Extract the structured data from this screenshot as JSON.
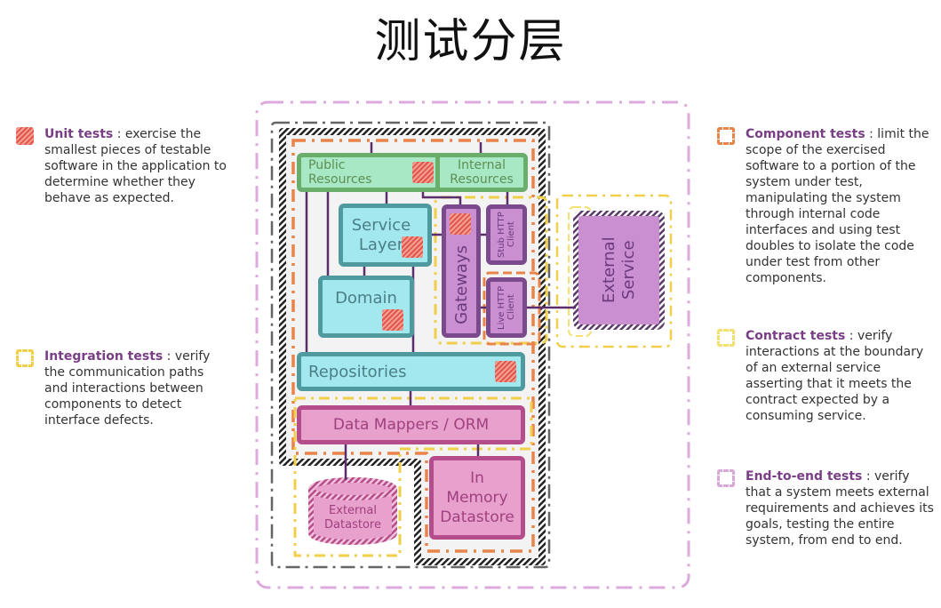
{
  "title": "测试分层",
  "legend_left": [
    {
      "name": "Unit tests",
      "desc": " : exercise the smallest pieces of testable software in the application to determine whether they behave as expected.",
      "icon": "hatched-red-square-icon",
      "color": "#e2554f"
    },
    {
      "name": "Integration tests",
      "desc": " : verify the communication paths and interactions between components to detect interface defects.",
      "icon": "yellow-dashed-square-icon",
      "color": "#f2cf4a"
    }
  ],
  "legend_right": [
    {
      "name": "Component tests",
      "desc": " : limit the scope of the exercised software to a portion of the system under test, manipulating the system through internal code interfaces and using test doubles to isolate the code under test from other components.",
      "icon": "orange-dashed-square-icon",
      "color": "#e8844a"
    },
    {
      "name": "Contract tests",
      "desc": " : verify interactions at the boundary of an external service asserting that it meets the contract expected by a consuming service.",
      "icon": "yellow-dashed-square-icon",
      "color": "#f2e070"
    },
    {
      "name": "End-to-end tests",
      "desc": " : verify that a system meets external requirements and achieves its goals, testing the entire system, from end to end.",
      "icon": "pink-dashed-square-icon",
      "color": "#d8a8d8"
    }
  ],
  "diagram": {
    "public_resources": "Public Resources",
    "internal_resources": "Internal Resources",
    "service_layer": "Service Layer",
    "domain": "Domain",
    "gateways": "Gateways",
    "stub_http_client": "Stub HTTP Client",
    "live_http_client": "Live HTTP Client",
    "external_service": "External Service",
    "repositories": "Repositories",
    "data_mappers": "Data Mappers / ORM",
    "external_datastore": "External Datastore",
    "in_memory_datastore": "In Memory Datastore"
  },
  "colors": {
    "title_accent": "#7a3e87",
    "unit": "#e2554f",
    "integration": "#f2cf4a",
    "component": "#e8844a",
    "end_to_end": "#d8a8d8"
  }
}
